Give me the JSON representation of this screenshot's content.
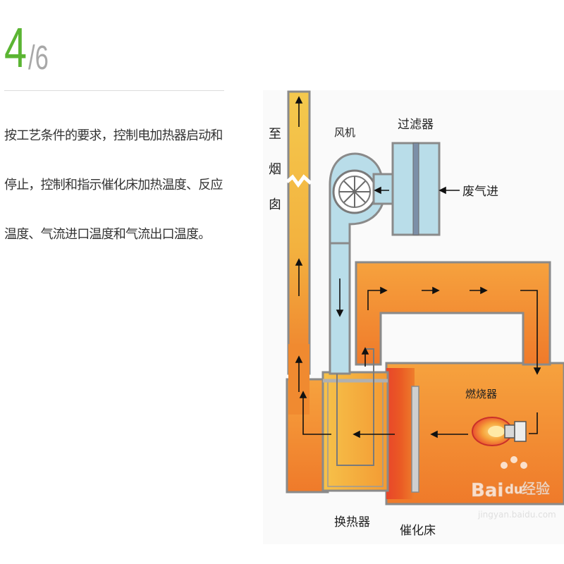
{
  "step": {
    "current": "4",
    "total": "/6"
  },
  "description": "按工艺条件的要求，控制电加热器启动和停止，控制和指示催化床加热温度、反应温度、气流进口温度和气流出口温度。",
  "diagram": {
    "labels": {
      "chimney": [
        "至",
        "烟",
        "囱"
      ],
      "fan": "风机",
      "filter": "过滤器",
      "waste_gas_inlet": "废气进",
      "burner": "燃烧器",
      "heat_exchanger": "换热器",
      "catalytic_bed": "催化床"
    },
    "watermark": {
      "logo": "Bai",
      "logo_paw": "du",
      "product": "经验",
      "url": "jingyan.baidu.com"
    },
    "colors": {
      "hot_duct": "#f08a30",
      "chimney_duct": "#f3c54a",
      "cool_duct": "#b9dde9",
      "duct_wall": "#8a8a8a",
      "heat_exchanger": "#f6c24a",
      "catalytic_bed": "#e64a1e"
    }
  }
}
